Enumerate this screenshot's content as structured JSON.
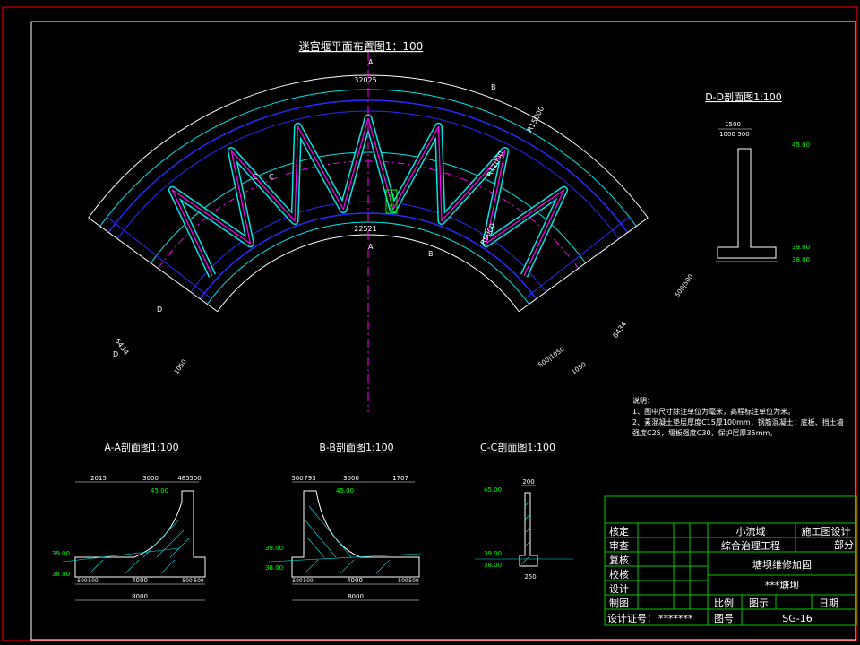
{
  "plan": {
    "title": "迷宫堰平面布置图1：100",
    "dim_top": "32025",
    "dim_inner": "22521",
    "radius_outer": "R15000",
    "radius_mid": "R12000",
    "radius_inner": "R9000",
    "dim_left": "6434",
    "dim_right": "6434",
    "dim_left_small": "1050",
    "dim_right_small1": "500|1050",
    "dim_right_small2": "1050",
    "dim_right_top": "500|500",
    "elev_box": "45.00",
    "section_marks": [
      "A",
      "A",
      "B",
      "B",
      "C",
      "C",
      "D",
      "D"
    ]
  },
  "sections": {
    "a": {
      "title": "A-A剖面图1:100",
      "dims_top": [
        "2015",
        "3000",
        "485",
        "500"
      ],
      "dims_bottom": [
        "500",
        "500",
        "4000",
        "500",
        "500"
      ],
      "total": "8000",
      "elev_top": "45.00",
      "elev_mid": "39.00",
      "elev_low": "38.00"
    },
    "b": {
      "title": "B-B剖面图1:100",
      "dims_top": [
        "500",
        "793",
        "3000",
        "1707"
      ],
      "dims_bottom": [
        "500",
        "500",
        "4000",
        "500",
        "500"
      ],
      "total": "8000",
      "elev_top": "45.00",
      "elev_mid": "39.00",
      "elev_low": "38.00"
    },
    "c": {
      "title": "C-C剖面图1:100",
      "dim_top": "200",
      "dim_bottom": "250",
      "elev_top": "45.00",
      "elev_mid": "39.00",
      "elev_low": "38.00"
    },
    "d": {
      "title": "D-D剖面图1:100",
      "dim_total": "1500",
      "dims_split": [
        "1000",
        "500"
      ],
      "elev_top": "45.00",
      "elev_mid": "39.00",
      "elev_low": "38.00"
    }
  },
  "notes": {
    "heading": "说明：",
    "line1": "1、图中尺寸除注单位为毫米，高程标注单位为米。",
    "line2": "2、素混凝土垫层厚度C15厚100mm，钢筋混凝土：底板、挡土墙",
    "line3": "强度C25，堰板强度C30，保护层厚35mm。"
  },
  "title_block": {
    "rows": [
      "核定",
      "审查",
      "复核",
      "校核",
      "设计",
      "制图"
    ],
    "cert_label": "设计证号：",
    "cert_value": "*******",
    "project_line1": "小流域",
    "project_line2": "综合治理工程",
    "stage": "施工图设计",
    "part": "部分",
    "drawing_title": "塘坝维修加固",
    "dam_name": "***塘坝",
    "scale_label": "比例",
    "sheet_label": "图示",
    "date_label": "日期",
    "number_label": "图号",
    "number_value": "SG-16"
  },
  "colors": {
    "background": "#000000",
    "frame": "#ff0000",
    "white": "#ffffff",
    "blue": "#2a2aff",
    "cyan": "#00e6e6",
    "magenta": "#ff00ff",
    "green": "#00ff00",
    "tb_line": "#00c800"
  }
}
